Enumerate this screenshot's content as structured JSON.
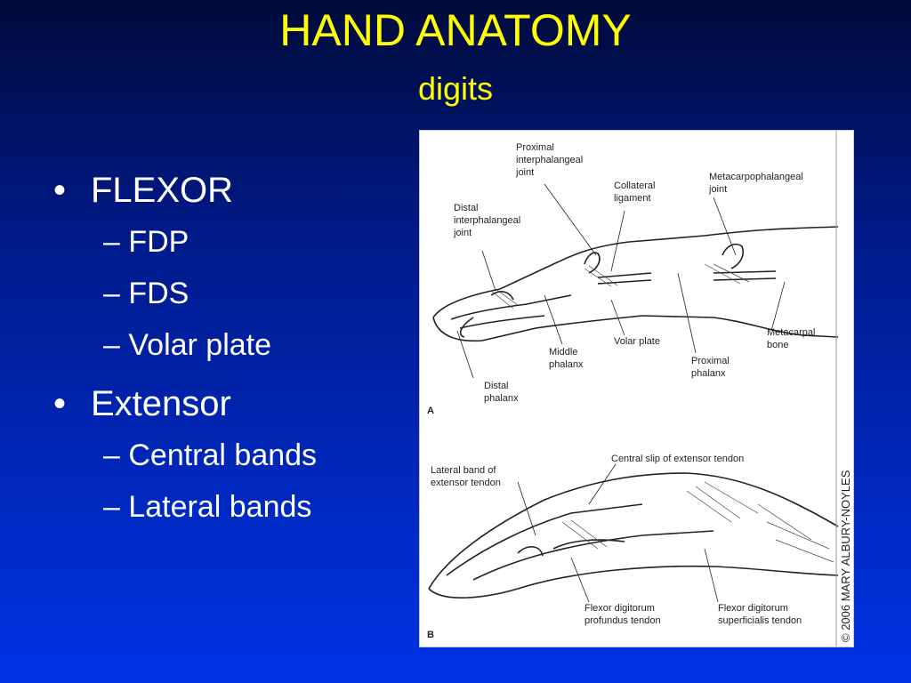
{
  "slide": {
    "title": "HAND ANATOMY",
    "subtitle": "digits"
  },
  "bullets": [
    {
      "label": "FLEXOR",
      "subitems": [
        "FDP",
        "FDS",
        "Volar plate"
      ]
    },
    {
      "label": "Extensor",
      "subitems": [
        "Central bands",
        "Lateral bands"
      ]
    }
  ],
  "figure": {
    "panel_a": {
      "letter": "A",
      "labels": {
        "pip_joint": [
          "Proximal",
          "interphalangeal",
          "joint"
        ],
        "collateral_ligament": [
          "Collateral",
          "ligament"
        ],
        "mcp_joint": [
          "Metacarpophalangeal",
          "joint"
        ],
        "dip_joint": [
          "Distal",
          "interphalangeal",
          "joint"
        ],
        "middle_phalanx": [
          "Middle",
          "phalanx"
        ],
        "volar_plate": [
          "Volar plate"
        ],
        "proximal_phalanx": [
          "Proximal",
          "phalanx"
        ],
        "metacarpal_bone": [
          "Metacarpal",
          "bone"
        ],
        "distal_phalanx": [
          "Distal",
          "phalanx"
        ]
      }
    },
    "panel_b": {
      "letter": "B",
      "labels": {
        "lateral_band": [
          "Lateral band of",
          "extensor tendon"
        ],
        "central_slip": [
          "Central slip of extensor tendon"
        ],
        "fdp_tendon": [
          "Flexor digitorum",
          "profundus tendon"
        ],
        "fds_tendon": [
          "Flexor digitorum",
          "superficialis tendon"
        ]
      }
    },
    "copyright": "© 2006 MARY ALBURY-NOYLES"
  }
}
